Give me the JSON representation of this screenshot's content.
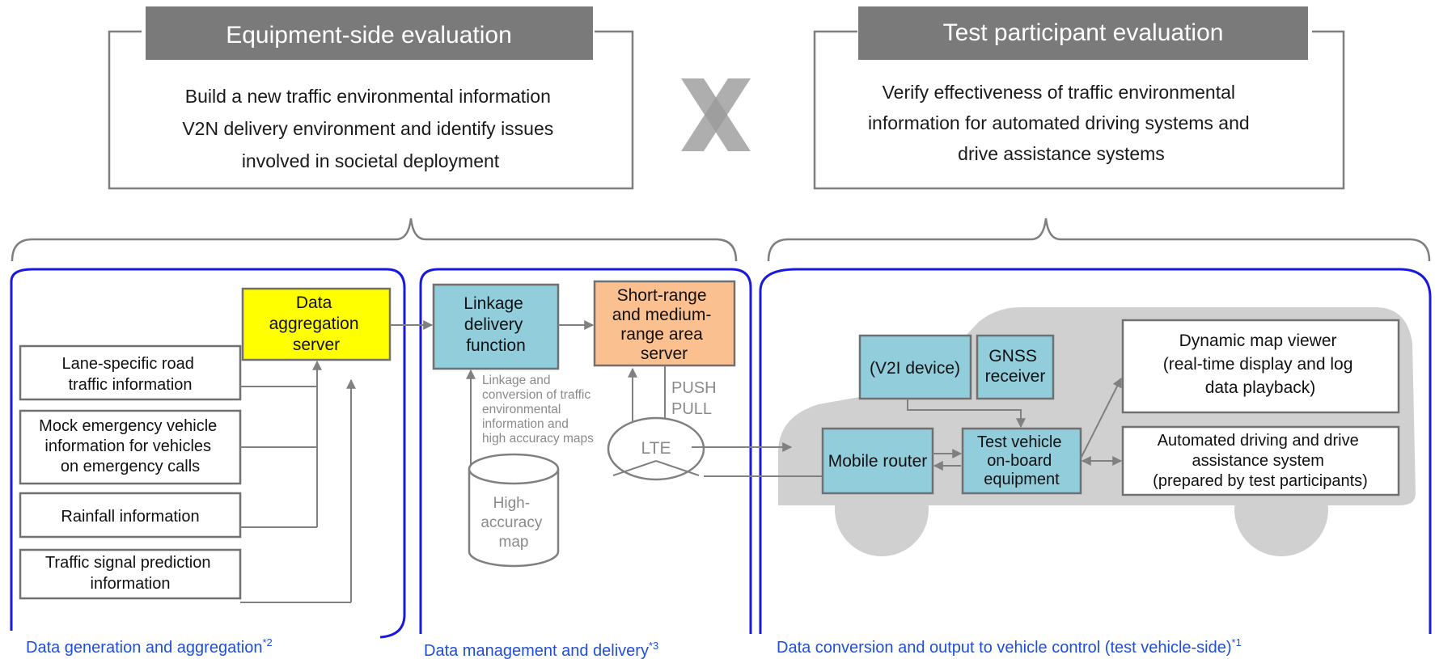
{
  "evaluation": {
    "equipment": {
      "title": "Equipment-side evaluation",
      "lines": [
        "Build a new traffic environmental information",
        "V2N delivery environment and identify issues",
        "involved in societal deployment"
      ]
    },
    "participant": {
      "title": "Test participant evaluation",
      "lines": [
        "Verify effectiveness of traffic environmental",
        "information for automated driving systems and",
        "drive assistance systems"
      ]
    }
  },
  "sections": {
    "generation": {
      "label": "Data generation and aggregation",
      "note": "*2"
    },
    "delivery": {
      "label": "Data management and delivery",
      "note": "*3"
    },
    "conversion": {
      "label": "Data conversion and output to vehicle control (test vehicle-side)",
      "note": "*1"
    }
  },
  "nodes": {
    "aggregation_server": [
      "Data",
      "aggregation",
      "server"
    ],
    "lane_info": [
      "Lane-specific road",
      "traffic information"
    ],
    "emergency_info": [
      "Mock emergency vehicle",
      "information for vehicles",
      "on emergency calls"
    ],
    "rainfall_info": [
      "Rainfall information"
    ],
    "signal_info": [
      "Traffic signal prediction",
      "information"
    ],
    "linkage": [
      "Linkage",
      "delivery",
      "function"
    ],
    "area_server": [
      "Short-range",
      "and medium-",
      "range area",
      "server"
    ],
    "linkage_note": [
      "Linkage and",
      "conversion of traffic",
      "environmental",
      "information and",
      "high accuracy maps"
    ],
    "push_pull": [
      "PUSH",
      "PULL"
    ],
    "lte": "LTE",
    "map_db": [
      "High-",
      "accuracy",
      "map"
    ],
    "v2i": "(V2I device)",
    "gnss": [
      "GNSS",
      "receiver"
    ],
    "router": "Mobile router",
    "onboard": [
      "Test vehicle",
      "on-board",
      "equipment"
    ],
    "viewer": [
      "Dynamic map viewer",
      "(real-time display and log",
      "data playback)"
    ],
    "ads": [
      "Automated driving and drive",
      "assistance system",
      "(prepared by test participants)"
    ]
  },
  "colors": {
    "title_bar": "#7a7a7a",
    "section_border": "#1a1adc",
    "section_label": "#1f4fd8",
    "server_yellow": "#ffff00",
    "node_blue": "#92cddc",
    "node_orange": "#fac090",
    "car_gray": "#d0d0d0",
    "connector": "#808080"
  }
}
